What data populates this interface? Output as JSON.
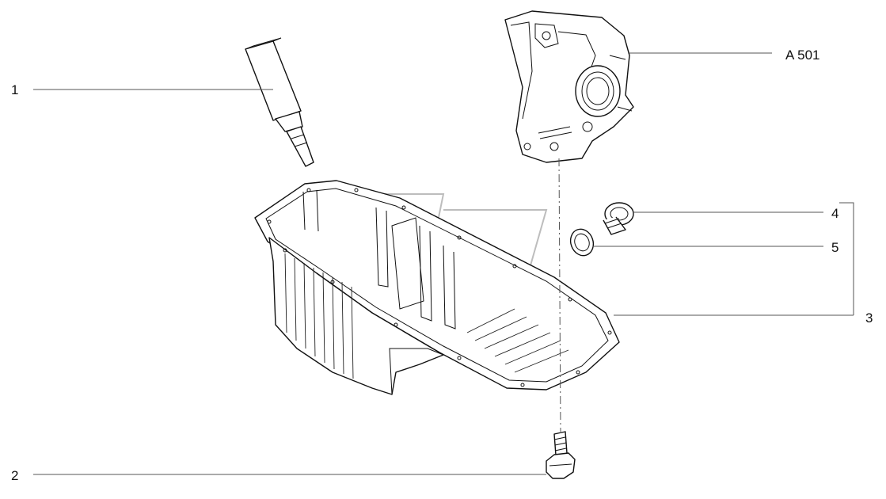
{
  "callouts": [
    {
      "label": "1"
    },
    {
      "label": "2"
    },
    {
      "label": "3"
    },
    {
      "label": "4"
    },
    {
      "label": "5"
    },
    {
      "label": "A 501"
    }
  ]
}
